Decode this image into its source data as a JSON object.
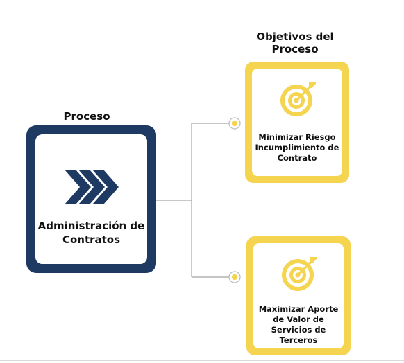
{
  "headings": {
    "process": "Proceso",
    "objectives": "Objetivos del Proceso"
  },
  "process": {
    "title": "Administración de Contratos",
    "icon": "triple-chevron-right-icon",
    "color": "#1f3a62"
  },
  "objectives": [
    {
      "icon": "target-icon",
      "label": "Minimizar Riesgo Incumplimiento de Contrato"
    },
    {
      "icon": "target-icon",
      "label": "Maximizar Aporte de Valor de Servicios de Terceros"
    }
  ],
  "colors": {
    "process_navy": "#1f3a62",
    "objective_yellow": "#f5d44f",
    "connector_gray": "#b3b3b3"
  }
}
